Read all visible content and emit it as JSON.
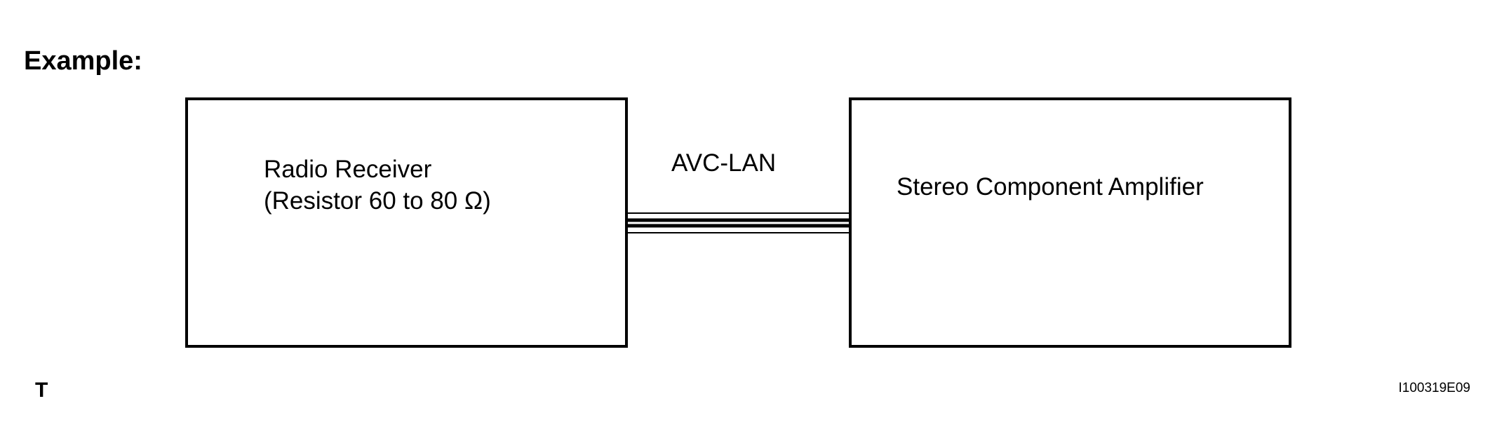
{
  "heading": "Example:",
  "components": {
    "left": {
      "line1": "Radio Receiver",
      "line2": "(Resistor 60 to 80 Ω)"
    },
    "right": {
      "line1": "Stereo Component Amplifier"
    }
  },
  "connection": {
    "label": "AVC-LAN"
  },
  "footer": {
    "corner_mark": "T",
    "figure_id": "I100319E09"
  }
}
